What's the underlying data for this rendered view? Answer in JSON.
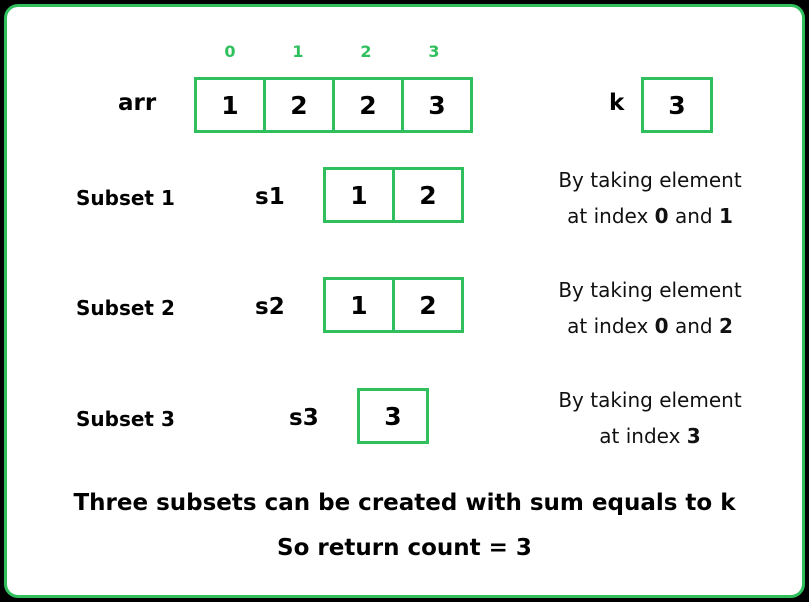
{
  "indices": [
    "0",
    "1",
    "2",
    "3"
  ],
  "arr": {
    "label": "arr",
    "values": [
      "1",
      "2",
      "2",
      "3"
    ]
  },
  "k": {
    "label": "k",
    "value": "3"
  },
  "subsets": [
    {
      "title": "Subset 1",
      "name": "s1",
      "values": [
        "1",
        "2"
      ],
      "desc_line1": "By taking element",
      "desc_prefix": "at index",
      "idx_a": "0",
      "conj": "and",
      "idx_b": "1"
    },
    {
      "title": "Subset 2",
      "name": "s2",
      "values": [
        "1",
        "2"
      ],
      "desc_line1": "By taking element",
      "desc_prefix": "at index",
      "idx_a": "0",
      "conj": "and",
      "idx_b": "2"
    },
    {
      "title": "Subset 3",
      "name": "s3",
      "values": [
        "3"
      ],
      "desc_line1": "By taking element",
      "desc_prefix": "at index",
      "idx_a": "3"
    }
  ],
  "summary": {
    "line1": "Three subsets can be created with sum equals to k",
    "line2": "So return count = 3"
  }
}
